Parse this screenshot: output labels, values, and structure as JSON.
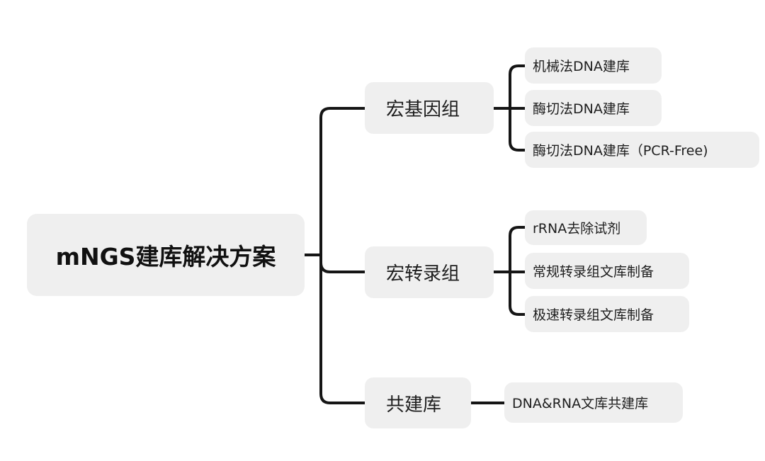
{
  "root": {
    "label": "mNGS建库解决方案"
  },
  "branches": [
    {
      "label": "宏基因组",
      "children": [
        "机械法DNA建库",
        "酶切法DNA建库",
        "酶切法DNA建库（PCR-Free)"
      ]
    },
    {
      "label": "宏转录组",
      "children": [
        "rRNA去除试剂",
        "常规转录组文库制备",
        "极速转录组文库制备"
      ]
    },
    {
      "label": "共建库",
      "children": [
        "DNA&RNA文库共建库"
      ]
    }
  ]
}
